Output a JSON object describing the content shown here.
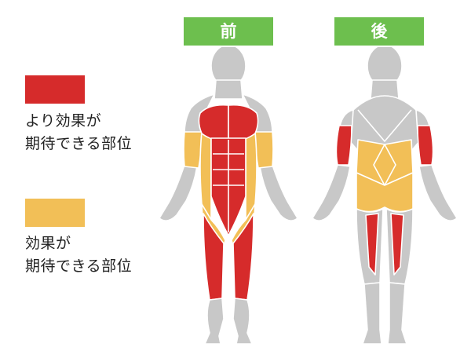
{
  "legend": [
    {
      "label": "より効果が\n期待できる部位",
      "color": "#d62b2b",
      "name": "high-effect"
    },
    {
      "label": "効果が\n期待できる部位",
      "color": "#f2bf57",
      "name": "effect"
    }
  ],
  "views": {
    "front": {
      "label": "前"
    },
    "back": {
      "label": "後"
    }
  },
  "colors": {
    "header": "#6dbf4e",
    "body": "#c8c8c8",
    "high": "#d62b2b",
    "mid": "#f2bf57"
  },
  "highlighted_regions": {
    "front": {
      "high": [
        "chest",
        "abdomen",
        "quadriceps"
      ],
      "mid": [
        "shoulders",
        "obliques",
        "hip-adductors"
      ]
    },
    "back": {
      "high": [
        "triceps",
        "hamstrings"
      ],
      "mid": [
        "lower-back",
        "glutes"
      ]
    }
  }
}
